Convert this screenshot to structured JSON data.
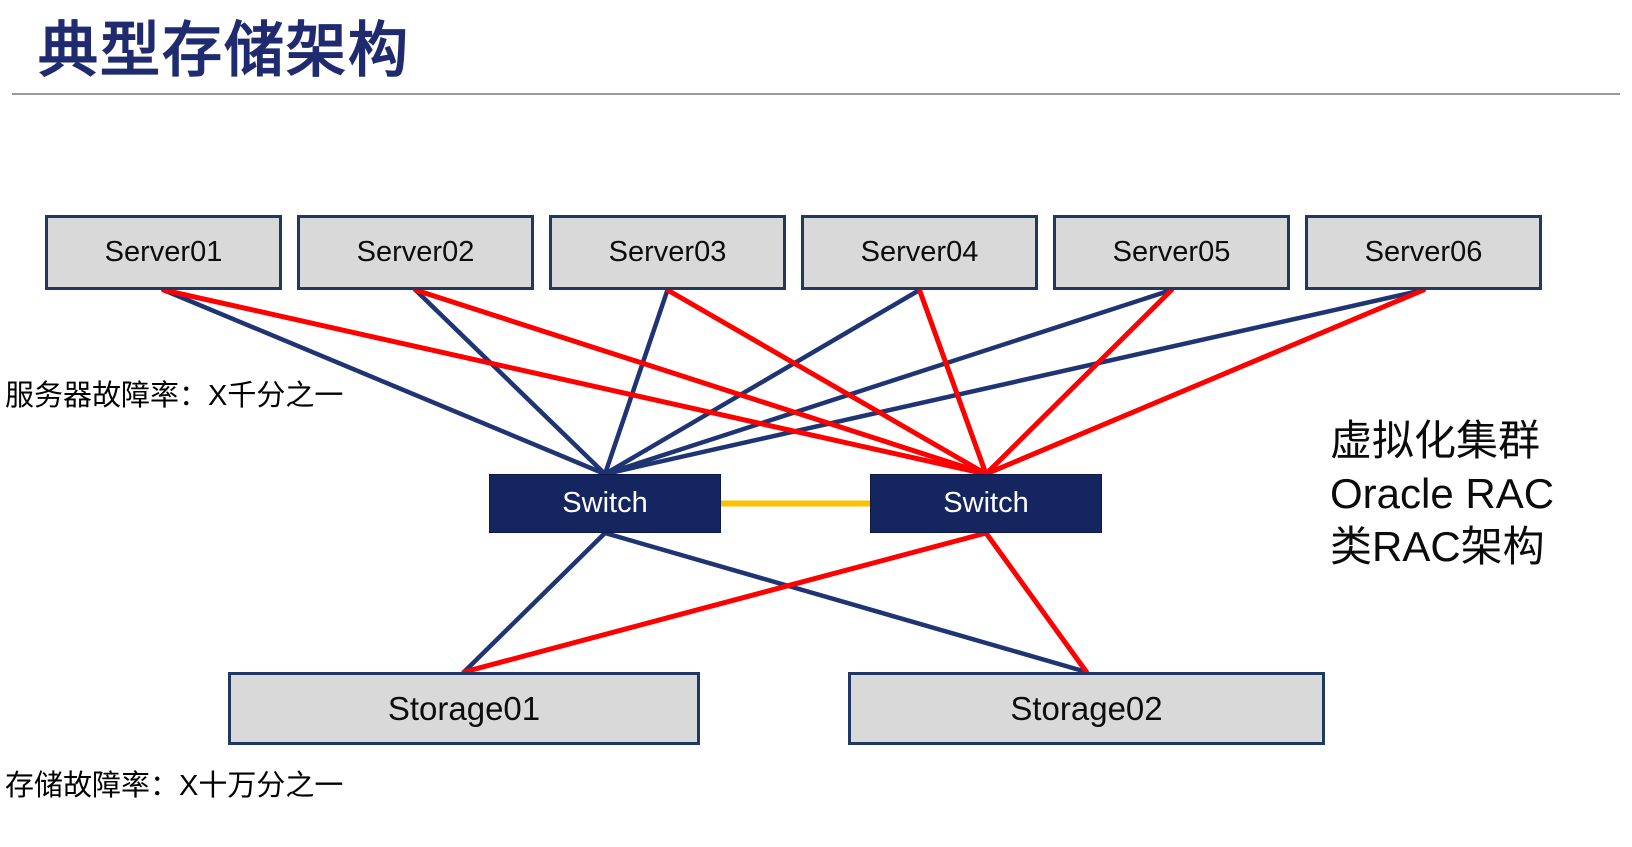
{
  "page": {
    "title": "典型存储架构"
  },
  "annotations": {
    "server_failure_rate": "服务器故障率：X千分之一",
    "storage_failure_rate": "存储故障率：X十万分之一",
    "cluster_note_lines": [
      "虚拟化集群",
      "Oracle RAC",
      "类RAC架构"
    ]
  },
  "nodes": {
    "servers": [
      {
        "id": "server01",
        "label": "Server01"
      },
      {
        "id": "server02",
        "label": "Server02"
      },
      {
        "id": "server03",
        "label": "Server03"
      },
      {
        "id": "server04",
        "label": "Server04"
      },
      {
        "id": "server05",
        "label": "Server05"
      },
      {
        "id": "server06",
        "label": "Server06"
      }
    ],
    "switches": [
      {
        "id": "switch-left",
        "label": "Switch"
      },
      {
        "id": "switch-right",
        "label": "Switch"
      }
    ],
    "storages": [
      {
        "id": "storage01",
        "label": "Storage01"
      },
      {
        "id": "storage02",
        "label": "Storage02"
      }
    ]
  },
  "colors": {
    "navy_link": "#1f3473",
    "red_link": "#ff0000",
    "yellow_link": "#ffc000",
    "box_border": "#1f3864",
    "box_fill": "#d9d9d9",
    "switch_fill": "#152560",
    "title_text": "#1f2b6e",
    "rule_gray": "#9a9a9a"
  },
  "edges": [
    {
      "from": "server01",
      "to": "switch-left",
      "from_anchor": "bottom",
      "to_anchor": "top",
      "color": "navy_link"
    },
    {
      "from": "server02",
      "to": "switch-left",
      "from_anchor": "bottom",
      "to_anchor": "top",
      "color": "navy_link"
    },
    {
      "from": "server03",
      "to": "switch-left",
      "from_anchor": "bottom",
      "to_anchor": "top",
      "color": "navy_link"
    },
    {
      "from": "server04",
      "to": "switch-left",
      "from_anchor": "bottom",
      "to_anchor": "top",
      "color": "navy_link"
    },
    {
      "from": "server05",
      "to": "switch-left",
      "from_anchor": "bottom",
      "to_anchor": "top",
      "color": "navy_link"
    },
    {
      "from": "server06",
      "to": "switch-left",
      "from_anchor": "bottom",
      "to_anchor": "top",
      "color": "navy_link"
    },
    {
      "from": "switch-left",
      "to": "storage01",
      "from_anchor": "bottom",
      "to_anchor": "top",
      "color": "navy_link"
    },
    {
      "from": "switch-left",
      "to": "storage02",
      "from_anchor": "bottom",
      "to_anchor": "top",
      "color": "navy_link"
    },
    {
      "from": "server01",
      "to": "switch-right",
      "from_anchor": "bottom",
      "to_anchor": "top",
      "color": "red_link"
    },
    {
      "from": "server02",
      "to": "switch-right",
      "from_anchor": "bottom",
      "to_anchor": "top",
      "color": "red_link"
    },
    {
      "from": "server03",
      "to": "switch-right",
      "from_anchor": "bottom",
      "to_anchor": "top",
      "color": "red_link"
    },
    {
      "from": "server04",
      "to": "switch-right",
      "from_anchor": "bottom",
      "to_anchor": "top",
      "color": "red_link"
    },
    {
      "from": "server05",
      "to": "switch-right",
      "from_anchor": "bottom",
      "to_anchor": "top",
      "color": "red_link"
    },
    {
      "from": "server06",
      "to": "switch-right",
      "from_anchor": "bottom",
      "to_anchor": "top",
      "color": "red_link"
    },
    {
      "from": "switch-right",
      "to": "storage01",
      "from_anchor": "bottom",
      "to_anchor": "top",
      "color": "red_link"
    },
    {
      "from": "switch-right",
      "to": "storage02",
      "from_anchor": "bottom",
      "to_anchor": "top",
      "color": "red_link"
    },
    {
      "from": "switch-left",
      "to": "switch-right",
      "from_anchor": "right",
      "to_anchor": "left",
      "color": "yellow_link"
    }
  ]
}
